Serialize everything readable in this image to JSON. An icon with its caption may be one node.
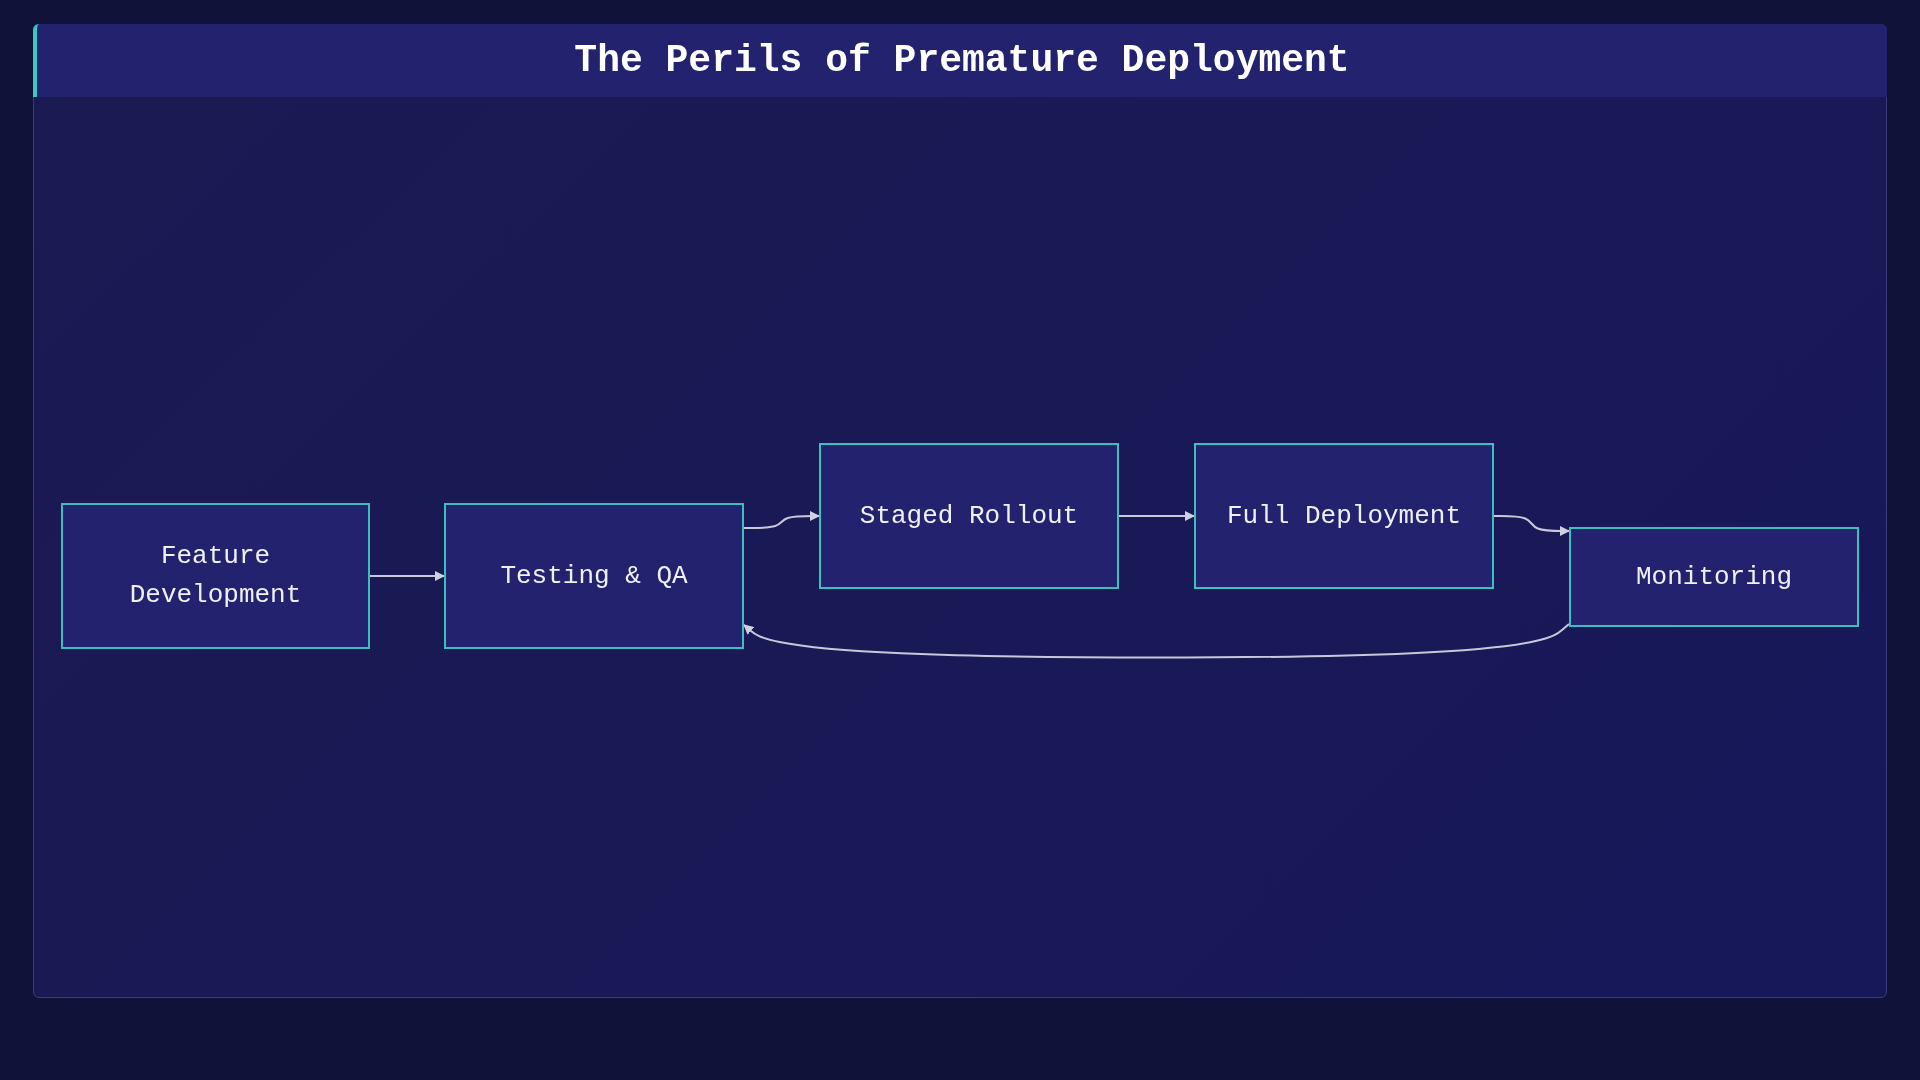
{
  "diagram": {
    "title": "The Perils of Premature Deployment",
    "nodes": [
      {
        "text": [
          "Feature Development"
        ]
      },
      {
        "text": [
          "Testing & QA"
        ]
      },
      {
        "text": [
          "Staged Rollout"
        ]
      },
      {
        "text": [
          "Full Deployment"
        ]
      },
      {
        "text": [
          "Monitoring"
        ]
      }
    ],
    "edges": [
      {
        "from": 0,
        "to": 1,
        "arrow": "to"
      },
      {
        "from": 1,
        "to": 2,
        "arrow": "to"
      },
      {
        "from": 2,
        "to": 3,
        "arrow": "to"
      },
      {
        "from": 3,
        "to": 4,
        "arrow": "to"
      },
      {
        "from": 4,
        "to": 1,
        "arrow": "to"
      }
    ]
  }
}
